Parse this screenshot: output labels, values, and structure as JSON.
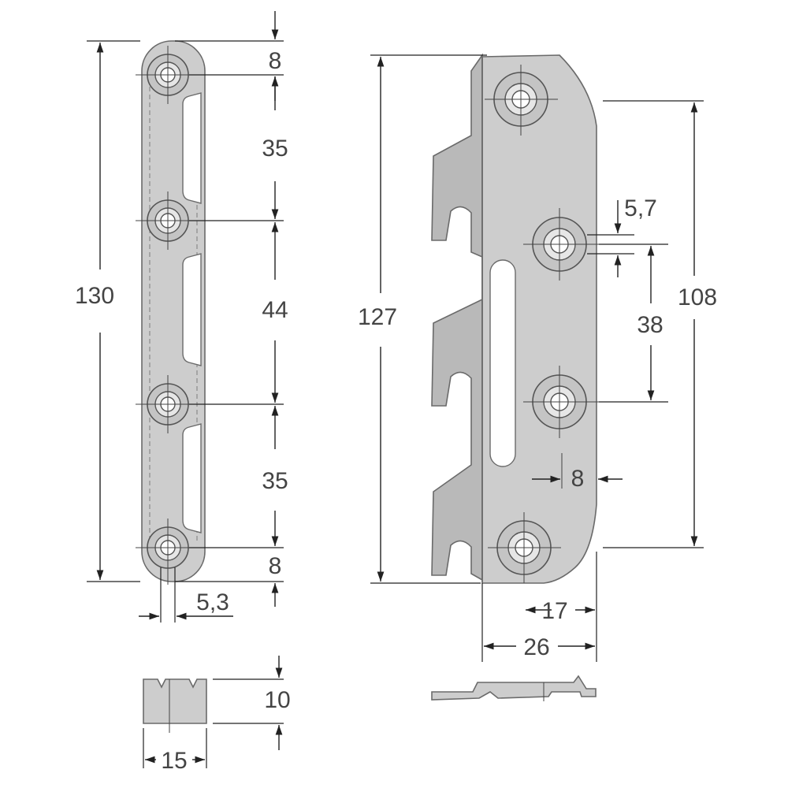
{
  "dimensions": {
    "left_plate": {
      "total_length": "130",
      "top_offset": "8",
      "spacing_top": "35",
      "spacing_middle": "44",
      "spacing_bottom": "35",
      "bottom_offset": "8",
      "hole_diameter": "5,3"
    },
    "left_section": {
      "height": "10",
      "width": "15"
    },
    "right_plate": {
      "total_length": "127",
      "hole_span": "108",
      "hole_diameter": "5,7",
      "hole_spacing": "38",
      "slot_offset": "8",
      "hole_center_offset": "17",
      "width": "26"
    }
  },
  "colors": {
    "metal": "#cdcdcd",
    "metal_shadow": "#b9b9b9",
    "line": "#222222",
    "text": "#444444"
  }
}
